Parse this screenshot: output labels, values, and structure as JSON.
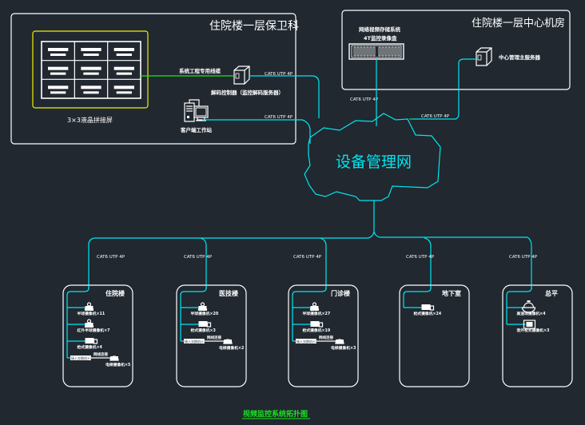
{
  "colors": {
    "background": "#212830",
    "cable": "#00e5f0",
    "hdmi": "#19e61e",
    "frame": "#ffffff",
    "videowall_frame": "#f0f000",
    "title": "#19e61e"
  },
  "title": "视频监控系统拓扑图",
  "cable_label": "CAT6 UTP 4P",
  "security_room": {
    "title": "住院楼一层保卫科",
    "video_wall_label": "3×3液晶拼接屏",
    "video_wall_rows": 3,
    "video_wall_cols": 3,
    "hdmi_label": "系统工程专用线缆",
    "decoder_label": "解码控制器（监控解码服务器）",
    "decoder_icon": "server-icon",
    "workstation_label": "客户端工作站",
    "workstation_icon": "workstation-icon",
    "decoder_cable": "CAT6 UTP 4P",
    "workstation_cable": "CAT6 UTP 4P"
  },
  "server_room": {
    "title": "住院楼一层中心机房",
    "nvr_label_1": "网络视频存储系统",
    "nvr_label_2": "4T监控录像盘",
    "nvr_icon": "nvr-rack-icon",
    "server_label": "中心管理主服务器",
    "server_icon": "server-icon",
    "nvr_cable": "CAT6 UTP 4P",
    "server_cable": "CAT6 UTP 4P"
  },
  "network": {
    "label": "设备管理网",
    "icon": "cloud-icon"
  },
  "buildings": [
    {
      "name": "住院楼",
      "cable": "CAT6 UTP 4P",
      "devices": [
        {
          "type": "dome-camera",
          "label": "半球摄像机×11"
        },
        {
          "type": "dome-camera",
          "label": "红外半球摄像机×7"
        },
        {
          "type": "bullet-camera",
          "label": "枪式摄像机×4"
        }
      ],
      "switch": {
        "label": "接入交换机×31",
        "link_label": "网线连接",
        "end_label": "电梯摄像机×5"
      }
    },
    {
      "name": "医技楼",
      "cable": "CAT6 UTP 4P",
      "devices": [
        {
          "type": "dome-camera",
          "label": "半球摄像机×20"
        },
        {
          "type": "bullet-camera",
          "label": "枪式摄像机×3"
        }
      ],
      "switch": {
        "label": "接入交换机×3",
        "link_label": "网线连接",
        "end_label": "电梯摄像机×2"
      }
    },
    {
      "name": "门诊楼",
      "cable": "CAT6 UTP 4P",
      "devices": [
        {
          "type": "dome-camera",
          "label": "半球摄像机×27"
        },
        {
          "type": "bullet-camera",
          "label": "枪式摄像机×19"
        }
      ],
      "switch": {
        "label": "接入交换机×3",
        "link_label": "网线连接",
        "end_label": "电梯摄像机×3"
      }
    },
    {
      "name": "地下室",
      "cable": "CAT6 UTP 4P",
      "devices": [
        {
          "type": "bullet-camera",
          "label": "枪式摄像机×24"
        }
      ],
      "switch": null
    },
    {
      "name": "总平",
      "cable": "CAT6 UTP 4P",
      "devices": [
        {
          "type": "speed-dome",
          "label": "高速球摄像机×4"
        },
        {
          "type": "box-camera",
          "label": "室外枪式摄像机×3"
        }
      ],
      "switch": null
    }
  ]
}
